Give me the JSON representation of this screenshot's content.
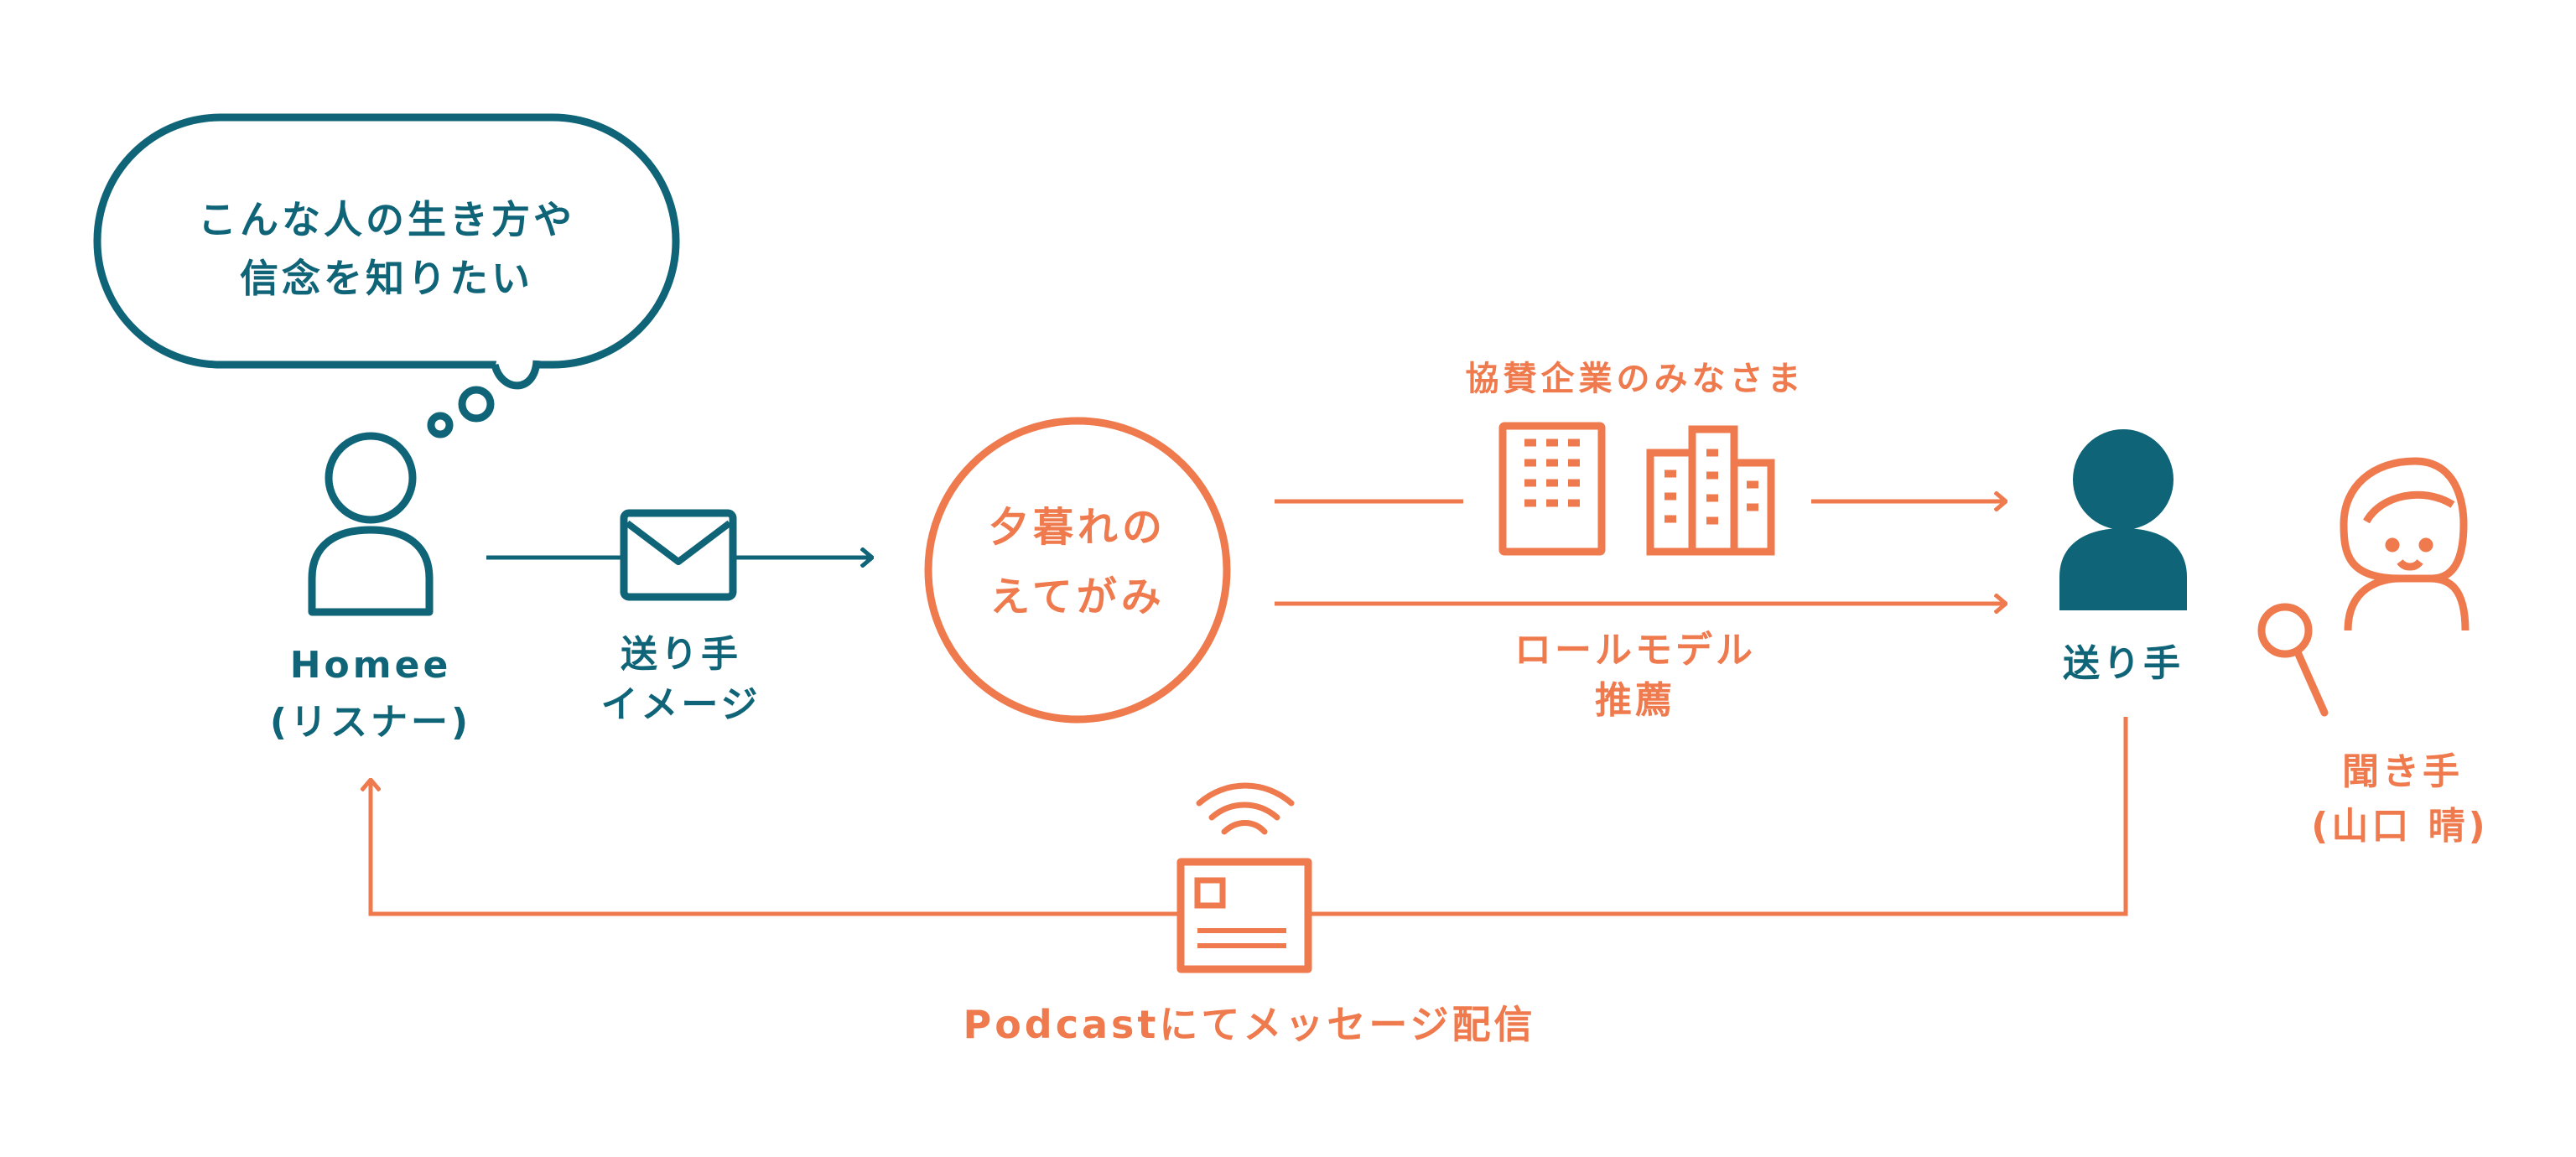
{
  "colors": {
    "teal": "#0f6478",
    "orange": "#ef7a4e"
  },
  "bubble": {
    "line1": "こんな人の生き方や",
    "line2": "信念を知りたい"
  },
  "listener": {
    "name": "Homee",
    "role": "(リスナー)"
  },
  "sender_image": {
    "line1": "送り手",
    "line2": "イメージ"
  },
  "circle": {
    "line1": "夕暮れの",
    "line2": "えてがみ"
  },
  "sponsors": {
    "label": "協賛企業のみなさま"
  },
  "recommend": {
    "line1": "ロールモデル",
    "line2": "推薦"
  },
  "sender": {
    "label": "送り手"
  },
  "interviewer": {
    "line1": "聞き手",
    "line2": "(山口 晴)"
  },
  "podcast": {
    "label": "Podcastにてメッセージ配信"
  },
  "icons": [
    "thought-bubble",
    "listener-person-icon",
    "envelope-icon",
    "building-icon",
    "sender-person-icon",
    "interviewer-icon",
    "microphone-icon",
    "radio-icon"
  ]
}
